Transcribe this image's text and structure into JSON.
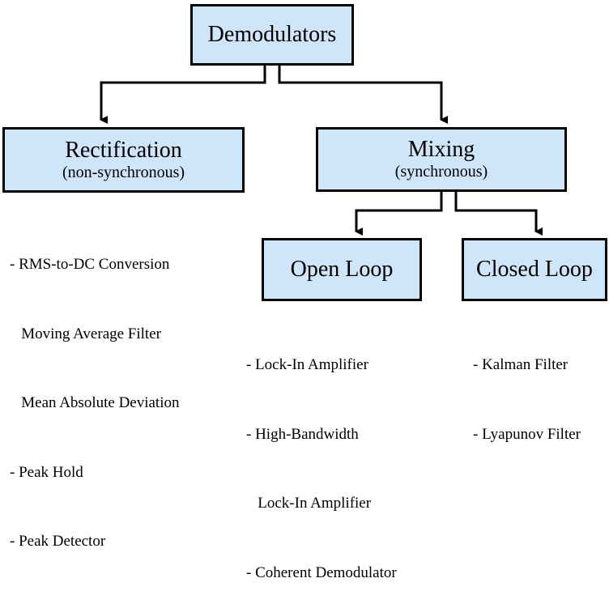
{
  "root": {
    "title": "Demodulators"
  },
  "rectification": {
    "title": "Rectification",
    "subtitle": "(non-synchronous)",
    "items": [
      "- RMS-to-DC Conversion",
      "   Moving Average Filter",
      "   Mean Absolute Deviation",
      "- Peak Hold",
      "- Peak Detector"
    ]
  },
  "mixing": {
    "title": "Mixing",
    "subtitle": "(synchronous)"
  },
  "open_loop": {
    "title": "Open Loop",
    "items": [
      "- Lock-In Amplifier",
      "- High-Bandwidth",
      "   Lock-In Amplifier",
      "- Coherent Demodulator"
    ]
  },
  "closed_loop": {
    "title": "Closed Loop",
    "items": [
      "- Kalman Filter",
      "- Lyapunov Filter"
    ]
  },
  "colors": {
    "box_fill": "#cfe5f9",
    "line": "#000000"
  }
}
